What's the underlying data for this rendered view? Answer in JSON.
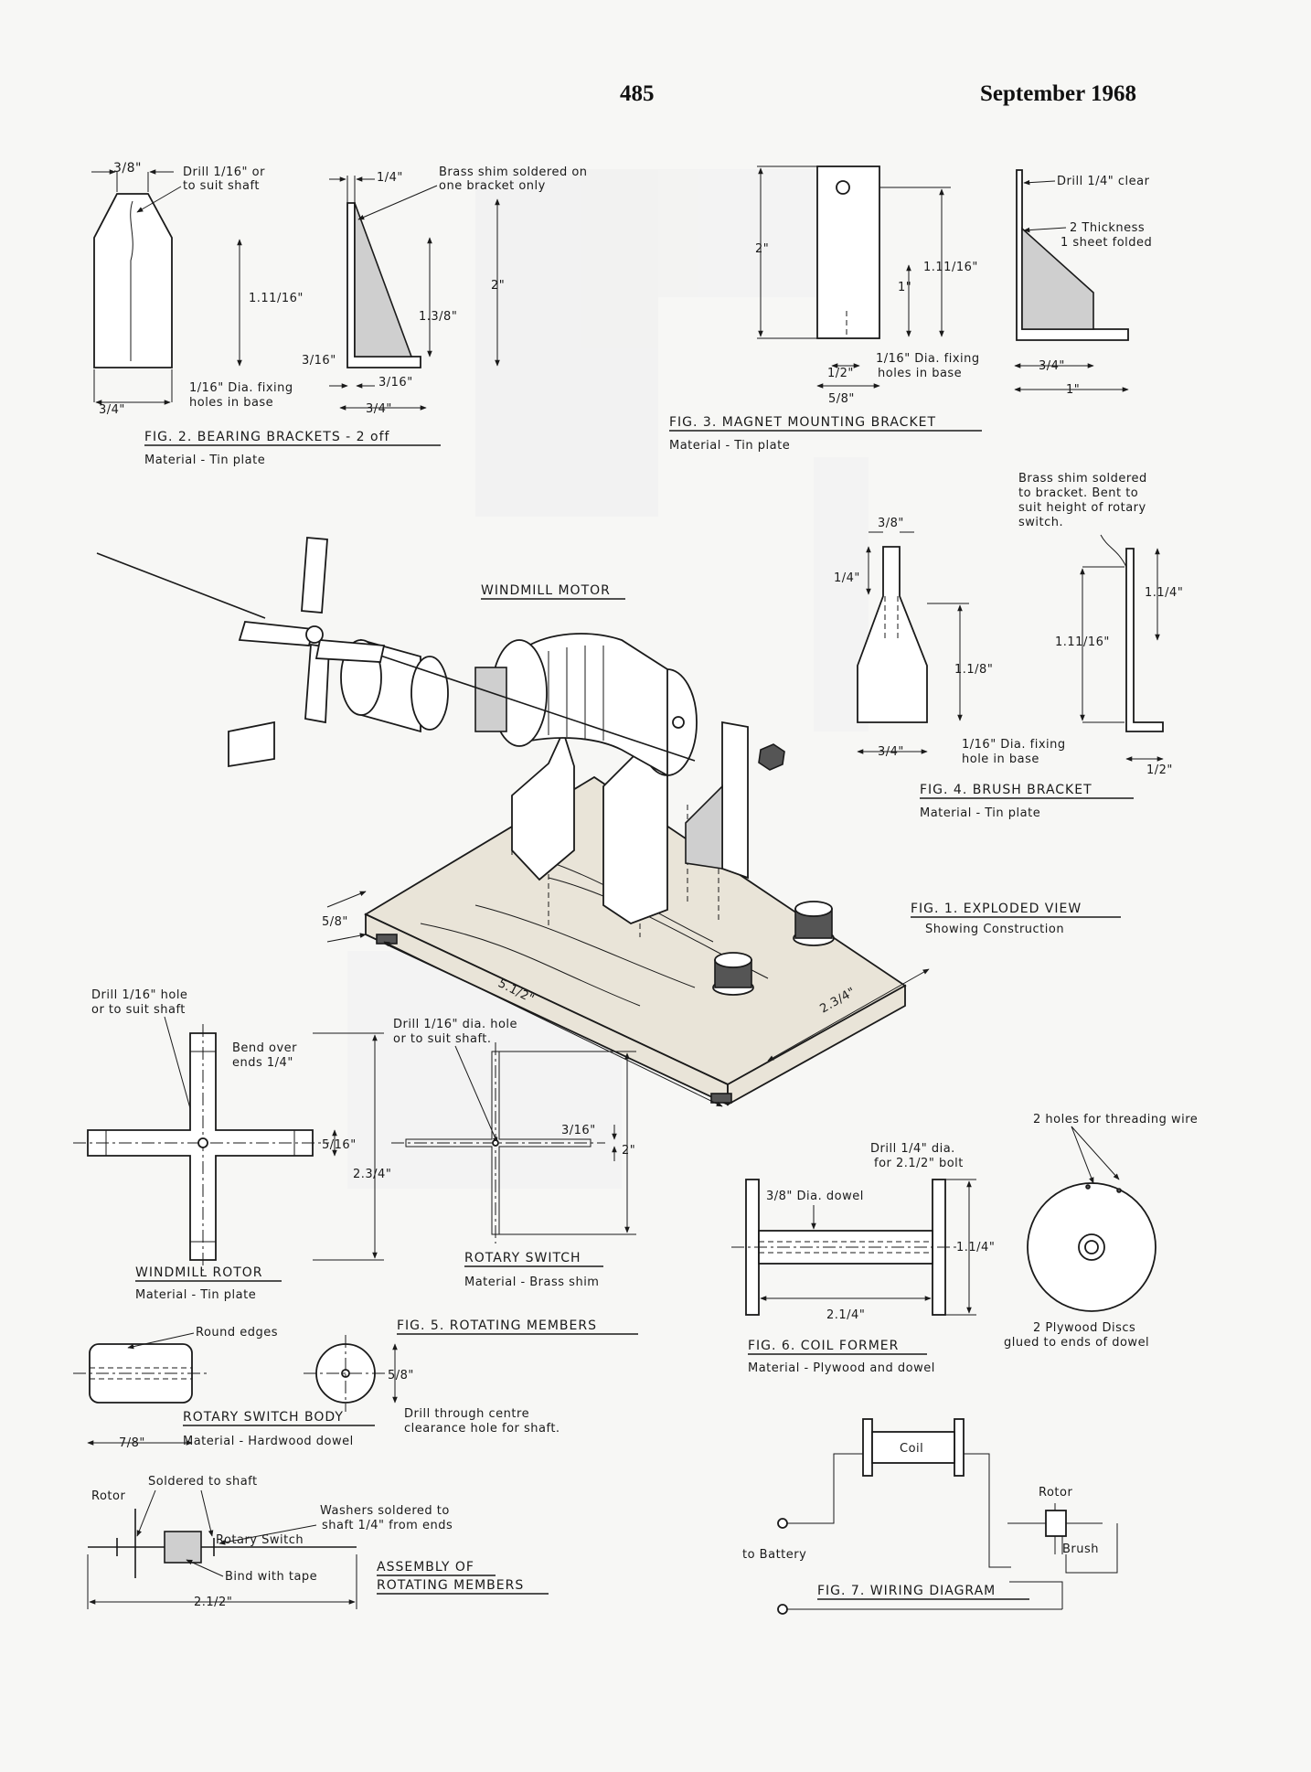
{
  "header": {
    "page_number": "485",
    "date": "September 1968"
  },
  "fig2": {
    "caption": "FIG. 2.  BEARING BRACKETS - 2 off",
    "material": "Material - Tin plate",
    "dims": {
      "d_3_8": "3/8\"",
      "drill": "Drill 1/16\" or",
      "drill2": "to suit shaft",
      "d_1_4": "1/4\"",
      "shim1": "Brass shim soldered on",
      "shim2": "one bracket only",
      "d_1_11_16": "1.11/16\"",
      "d_1_3_8": "1.3/8\"",
      "d_2": "2\"",
      "d_3_16a": "3/16\"",
      "d_3_16b": "3/16\"",
      "holes1": "1/16\" Dia. fixing",
      "holes2": "holes in base",
      "d_3_4a": "3/4\"",
      "d_3_4b": "3/4\""
    }
  },
  "fig3": {
    "caption": "FIG. 3.  MAGNET MOUNTING BRACKET",
    "material": "Material - Tin plate",
    "dims": {
      "d_2": "2\"",
      "d_1_11_16": "1.11/16\"",
      "d_1": "1\"",
      "holes1": "1/16\" Dia. fixing",
      "holes2": "holes in base",
      "d_1_2": "1/2\"",
      "d_5_8": "5/8\"",
      "drill": "Drill 1/4\" clear",
      "thick1": "2 Thickness",
      "thick2": "1 sheet folded",
      "d_3_4": "3/4\"",
      "d_1b": "1\""
    }
  },
  "fig4": {
    "caption": "FIG. 4.  BRUSH BRACKET",
    "material": "Material - Tin plate",
    "dims": {
      "shim1": "Brass shim soldered",
      "shim2": "to bracket. Bent to",
      "shim3": "suit height of rotary",
      "shim4": "switch.",
      "d_3_8": "3/8\"",
      "d_1_4": "1/4\"",
      "d_1_1_8": "1.1/8\"",
      "d_3_4": "3/4\"",
      "hole1": "1/16\" Dia. fixing",
      "hole2": "hole in base",
      "d_1_11_16": "1.11/16\"",
      "d_1_1_4": "1.1/4\"",
      "d_1_2": "1/2\""
    }
  },
  "fig1": {
    "title": "WINDMILL MOTOR",
    "caption": "FIG. 1.  EXPLODED VIEW",
    "sub": "Showing Construction",
    "d_5_8": "5/8\"",
    "d_5_1_2": "5.1/2\"",
    "d_2_3_4": "2.3/4\""
  },
  "fig5": {
    "caption": "FIG. 5.  ROTATING MEMBERS",
    "rotor": {
      "drill1": "Drill 1/16\" hole",
      "drill2": "or to suit shaft",
      "bend1": "Bend over",
      "bend2": "ends 1/4\"",
      "d_5_16": "5/16\"",
      "d_2_3_4": "2.3/4\"",
      "label": "WINDMILL ROTOR",
      "material": "Material - Tin plate"
    },
    "switch": {
      "drill1": "Drill 1/16\" dia. hole",
      "drill2": "or to suit shaft.",
      "d_3_16": "3/16\"",
      "d_2": "2\"",
      "label": "ROTARY SWITCH",
      "material": "Material - Brass shim"
    },
    "body": {
      "round": "Round edges",
      "d_5_8": "5/8\"",
      "d_7_8": "7/8\"",
      "label": "ROTARY SWITCH BODY",
      "material": "Material - Hardwood dowel",
      "drill1": "Drill through centre",
      "drill2": "clearance hole for shaft."
    },
    "assembly": {
      "soldered": "Soldered to shaft",
      "rotor": "Rotor",
      "washers1": "Washers soldered to",
      "washers2": "shaft 1/4\" from ends",
      "rotary": "Rotary Switch",
      "bind": "Bind with tape",
      "d_2_1_2": "2.1/2\"",
      "label1": "ASSEMBLY OF",
      "label2": "ROTATING MEMBERS"
    }
  },
  "fig6": {
    "caption": "FIG. 6.  COIL FORMER",
    "material": "Material - Plywood and dowel",
    "drill1": "Drill 1/4\" dia.",
    "drill2": "for 2.1/2\" bolt",
    "dowel": "3/8\" Dia. dowel",
    "d_1_1_4": "1.1/4\"",
    "d_2_1_4": "2.1/4\"",
    "holes": "2 holes for threading wire",
    "discs1": "2 Plywood Discs",
    "discs2": "glued to ends of dowel"
  },
  "fig7": {
    "caption": "FIG. 7.  WIRING DIAGRAM",
    "coil": "Coil",
    "rotor": "Rotor",
    "brush": "Brush",
    "battery": "to Battery"
  }
}
